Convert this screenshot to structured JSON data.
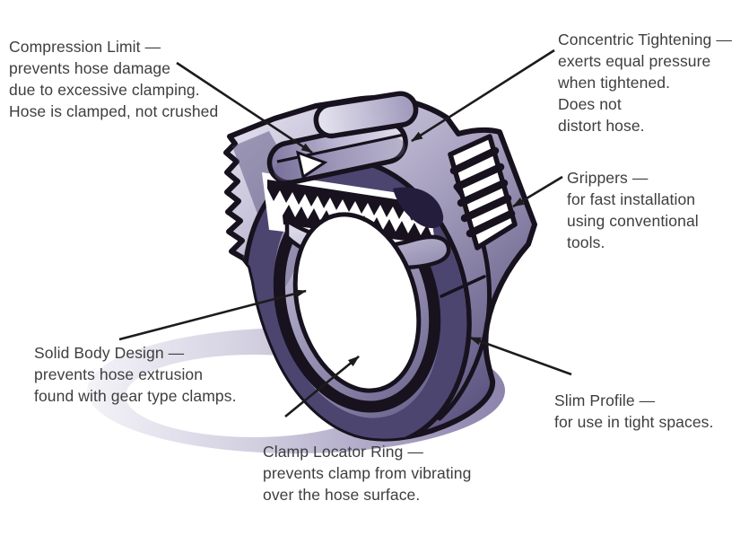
{
  "diagram": {
    "callouts": [
      {
        "id": "compression-limit",
        "lines": [
          "Compression Limit —",
          "prevents hose damage",
          "due to excessive clamping.",
          "Hose is clamped, not crushed"
        ]
      },
      {
        "id": "concentric-tightening",
        "lines": [
          "Concentric Tightening —",
          "exerts equal pressure",
          "when tightened.",
          "Does not",
          "distort hose."
        ]
      },
      {
        "id": "grippers",
        "lines": [
          "Grippers —",
          "for fast installation",
          "using conventional",
          "tools."
        ]
      },
      {
        "id": "solid-body-design",
        "lines": [
          "Solid Body Design —",
          "prevents hose extrusion",
          "found with gear type clamps."
        ]
      },
      {
        "id": "clamp-locator-ring",
        "lines": [
          "Clamp Locator Ring —",
          "prevents clamp from vibrating",
          "over the hose surface."
        ]
      },
      {
        "id": "slim-profile",
        "lines": [
          "Slim Profile —",
          "for use in tight spaces."
        ]
      }
    ]
  },
  "colors": {
    "background": "#ffffff",
    "text": "#3e3e3e",
    "outline": "#17121e",
    "body_light": "#dcd9ea",
    "body_mid": "#9a94b6",
    "body_dark": "#564f7b",
    "ring_band": "#4c456f",
    "locator_ring": "#17121e",
    "shadow_light": "#f2f1f7",
    "shadow_dark": "#8c84ab",
    "arrow": "#1c1c1c"
  }
}
